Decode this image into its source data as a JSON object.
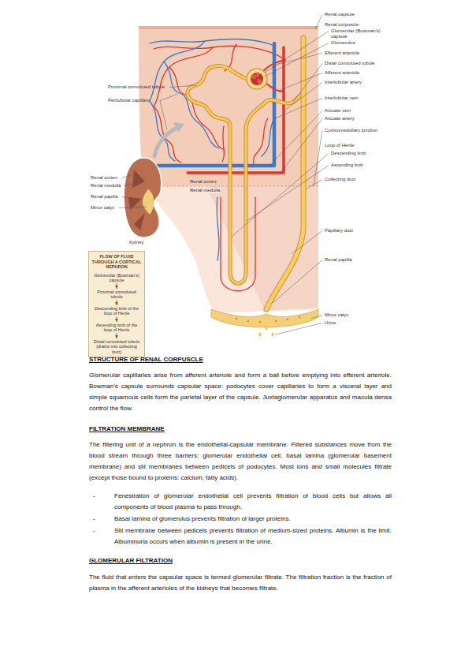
{
  "diagram": {
    "nodes": [
      {
        "text": [
          "FLOW OF FLUID THROUGH A CORTICAL NEPHRON"
        ]
      },
      {
        "text": [
          "Glomerular (Bowman's) capsule"
        ],
        "in": 0
      },
      {
        "text": [
          "Proximal convoluted tubule"
        ],
        "in": 0
      },
      {
        "text": [
          "Descending limb of the loop of Henle"
        ],
        "in": 0
      },
      {
        "text": [
          "Ascending limb of the loop of Henle"
        ],
        "in": 0
      },
      {
        "text": [
          "Distal convoluted tubule (drains into collecting duct)"
        ],
        "in": 0
      }
    ],
    "edges": [
      {
        "from": 1,
        "to": 2,
        "arrow": "to"
      },
      {
        "from": 2,
        "to": 3,
        "arrow": "to"
      },
      {
        "from": 3,
        "to": 4,
        "arrow": "to"
      },
      {
        "from": 4,
        "to": 5,
        "arrow": "to"
      }
    ],
    "labels": [
      "Renal capsule",
      "Renal corpuscle:",
      "Glomerular (Bowman's) capsule",
      "Glomerulus",
      "Proximal convoluted tubule",
      "Efferent arteriole",
      "Peritubular capillary",
      "Distal convoluted tubule",
      "Afferent arteriole",
      "Interlobular artery",
      "Interlobular vein",
      "Arcuate vein",
      "Arcuate artery",
      "Corticomedullary junction",
      "Renal cortex",
      "Renal medulla",
      "Renal papilla",
      "Minor calyx",
      "Renal cortex",
      "Renal medulla",
      "Loop of Henle:",
      "Descending limb",
      "Ascending limb",
      "Collecting duct",
      "Kidney",
      "Papillary duct",
      "Renal papilla",
      "Minor calyx",
      "Urine",
      "STRUCTURE OF RENAL CORPUSCLE",
      "Glomerular capillaries arise from afferent arteriole and form a ball before emptying into efferent arteriole. Bowman's capsule surrounds capsular space: podocytes cover capillaries to form a visceral layer and simple squamous cells form the parietal layer of the capsule. Juxtaglomerular apparatus and macula densa control the flow.",
      "FILTRATION MEMBRANE",
      "The filtering unit of a nephron is the endothelial-capsular membrane. Filtered substances move from the blood stream through three barriers: glomerular endothelial cell, basal lamina (glomerular basement membrane) and slit membranes between pedicels of podocytes. Most ions and small molecules filtrate (except those bound to proteins: calcium, fatty acids).",
      "-",
      "Fenestration of glomerular endothelial cell prevents filtration of blood cells but allows all components of blood plasma to pass through.",
      "-",
      "Basal lamina of glomerulus prevents filtration of larger proteins.",
      "-",
      "Slit membrane between pedicels prevents filtration of medium-sized proteins. Albumin is the limit. Albuminuria occurs when albumin is present in the urine.",
      "GLOMERULAR FILTRATION",
      "The fluid that enters the capsular space is termed glomerular filtrate. The filtration fraction is the fraction of plasma in the afferent arterioles of the kidneys that becomes filtrate."
    ]
  }
}
